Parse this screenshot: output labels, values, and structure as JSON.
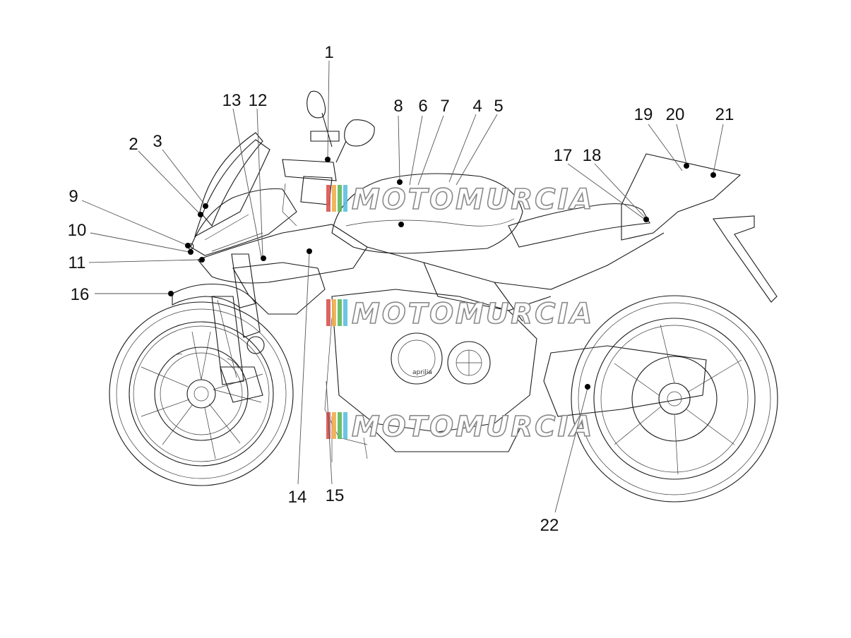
{
  "callouts": [
    {
      "id": "1",
      "label": "1"
    },
    {
      "id": "2",
      "label": "2"
    },
    {
      "id": "3",
      "label": "3"
    },
    {
      "id": "4",
      "label": "4"
    },
    {
      "id": "5",
      "label": "5"
    },
    {
      "id": "6",
      "label": "6"
    },
    {
      "id": "7",
      "label": "7"
    },
    {
      "id": "8",
      "label": "8"
    },
    {
      "id": "9",
      "label": "9"
    },
    {
      "id": "10",
      "label": "10"
    },
    {
      "id": "11",
      "label": "11"
    },
    {
      "id": "12",
      "label": "12"
    },
    {
      "id": "13",
      "label": "13"
    },
    {
      "id": "14",
      "label": "14"
    },
    {
      "id": "15",
      "label": "15"
    },
    {
      "id": "16",
      "label": "16"
    },
    {
      "id": "17",
      "label": "17"
    },
    {
      "id": "18",
      "label": "18"
    },
    {
      "id": "19",
      "label": "19"
    },
    {
      "id": "20",
      "label": "20"
    },
    {
      "id": "21",
      "label": "21"
    },
    {
      "id": "22",
      "label": "22"
    }
  ],
  "watermark": {
    "text": "MOTOMURCIA",
    "stripe_colors": [
      "#d9534f",
      "#f0ad4e",
      "#5cb85c",
      "#5bc0de"
    ]
  },
  "engine_brand": "aprilia"
}
